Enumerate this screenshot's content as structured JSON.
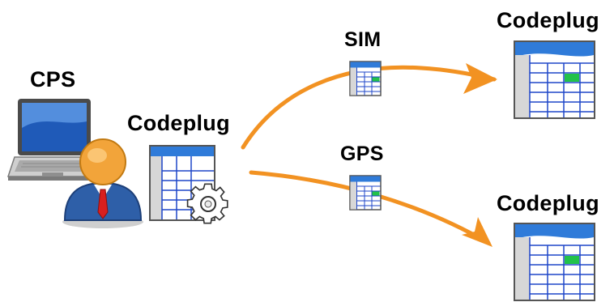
{
  "labels": {
    "cps": "CPS",
    "codeplug_source": "Codeplug",
    "sim": "SIM",
    "gps": "GPS",
    "codeplug_top": "Codeplug",
    "codeplug_bottom": "Codeplug"
  },
  "icons": {
    "laptop": "laptop-icon",
    "user": "user-icon",
    "codeplug_config": "spreadsheet-gear-icon",
    "sim_card": "small-spreadsheet-icon",
    "gps_card": "small-spreadsheet-icon",
    "codeplug_result": "spreadsheet-icon"
  },
  "colors": {
    "arrow": "#F29222",
    "sheet_header": "#2F7BD9",
    "sheet_grid": "#1E46C8",
    "highlight_cell": "#22C24A",
    "user_body": "#2E5FA8",
    "user_head": "#F2A43A",
    "tie": "#D81F1F"
  }
}
